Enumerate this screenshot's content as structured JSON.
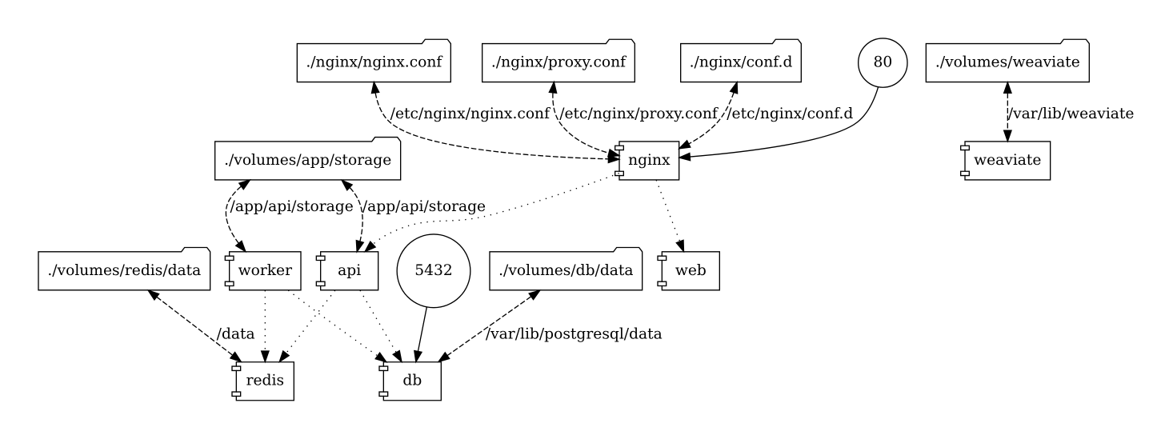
{
  "page": {
    "background": "#ffffff"
  },
  "diagram": {
    "kind": "docker-compose-graph",
    "ink": "#000000",
    "node_fill": "none",
    "nodes": [
      {
        "id": "api",
        "label": "api",
        "kind": "service"
      },
      {
        "id": "db",
        "label": "db",
        "kind": "service"
      },
      {
        "id": "redis",
        "label": "redis",
        "kind": "service"
      },
      {
        "id": "./volumes/app/storage",
        "label": "./volumes/app/storage",
        "kind": "volume"
      },
      {
        "id": "worker",
        "label": "worker",
        "kind": "service"
      },
      {
        "id": "nginx",
        "label": "nginx",
        "kind": "service"
      },
      {
        "id": "web",
        "label": "web",
        "kind": "service"
      },
      {
        "id": "./nginx/nginx.conf",
        "label": "./nginx/nginx.conf",
        "kind": "volume"
      },
      {
        "id": "./nginx/proxy.conf",
        "label": "./nginx/proxy.conf",
        "kind": "volume"
      },
      {
        "id": "./nginx/conf.d",
        "label": "./nginx/conf.d",
        "kind": "volume"
      },
      {
        "id": "80",
        "label": "80",
        "kind": "port"
      },
      {
        "id": "./volumes/redis/data",
        "label": "./volumes/redis/data",
        "kind": "volume"
      },
      {
        "id": "./volumes/db/data",
        "label": "./volumes/db/data",
        "kind": "volume"
      },
      {
        "id": "5432",
        "label": "5432",
        "kind": "port"
      },
      {
        "id": "weaviate",
        "label": "weaviate",
        "kind": "service"
      },
      {
        "id": "./volumes/weaviate",
        "label": "./volumes/weaviate",
        "kind": "volume"
      }
    ],
    "edges": [
      {
        "from": "api",
        "to": "db",
        "label": "",
        "style": "dotted",
        "relation": "depends-on",
        "direction": "forward"
      },
      {
        "from": "api",
        "to": "redis",
        "label": "",
        "style": "dotted",
        "relation": "depends-on",
        "direction": "forward"
      },
      {
        "from": "./volumes/app/storage",
        "to": "api",
        "label": "/app/api/storage",
        "style": "dashed",
        "relation": "volume-mount",
        "direction": "both"
      },
      {
        "from": "./volumes/app/storage",
        "to": "worker",
        "label": "/app/api/storage",
        "style": "dashed",
        "relation": "volume-mount",
        "direction": "both"
      },
      {
        "from": "nginx",
        "to": "api",
        "label": "",
        "style": "dotted",
        "relation": "depends-on",
        "direction": "forward"
      },
      {
        "from": "nginx",
        "to": "web",
        "label": "",
        "style": "dotted",
        "relation": "depends-on",
        "direction": "forward"
      },
      {
        "from": "./nginx/nginx.conf",
        "to": "nginx",
        "label": "/etc/nginx/nginx.conf",
        "style": "dashed",
        "relation": "volume-mount",
        "direction": "both"
      },
      {
        "from": "./nginx/proxy.conf",
        "to": "nginx",
        "label": "/etc/nginx/proxy.conf",
        "style": "dashed",
        "relation": "volume-mount",
        "direction": "both"
      },
      {
        "from": "./nginx/conf.d",
        "to": "nginx",
        "label": "/etc/nginx/conf.d",
        "style": "dashed",
        "relation": "volume-mount",
        "direction": "both"
      },
      {
        "from": "80",
        "to": "nginx",
        "label": "",
        "style": "solid",
        "relation": "port-mapping",
        "direction": "forward"
      },
      {
        "from": "./volumes/redis/data",
        "to": "redis",
        "label": "/data",
        "style": "dashed",
        "relation": "volume-mount",
        "direction": "both"
      },
      {
        "from": "worker",
        "to": "db",
        "label": "",
        "style": "dotted",
        "relation": "depends-on",
        "direction": "forward"
      },
      {
        "from": "worker",
        "to": "redis",
        "label": "",
        "style": "dotted",
        "relation": "depends-on",
        "direction": "forward"
      },
      {
        "from": "./volumes/db/data",
        "to": "db",
        "label": "/var/lib/postgresql/data",
        "style": "dashed",
        "relation": "volume-mount",
        "direction": "both"
      },
      {
        "from": "5432",
        "to": "db",
        "label": "",
        "style": "solid",
        "relation": "port-mapping",
        "direction": "forward"
      },
      {
        "from": "./volumes/weaviate",
        "to": "weaviate",
        "label": "/var/lib/weaviate",
        "style": "dashed",
        "relation": "volume-mount",
        "direction": "both"
      }
    ]
  }
}
